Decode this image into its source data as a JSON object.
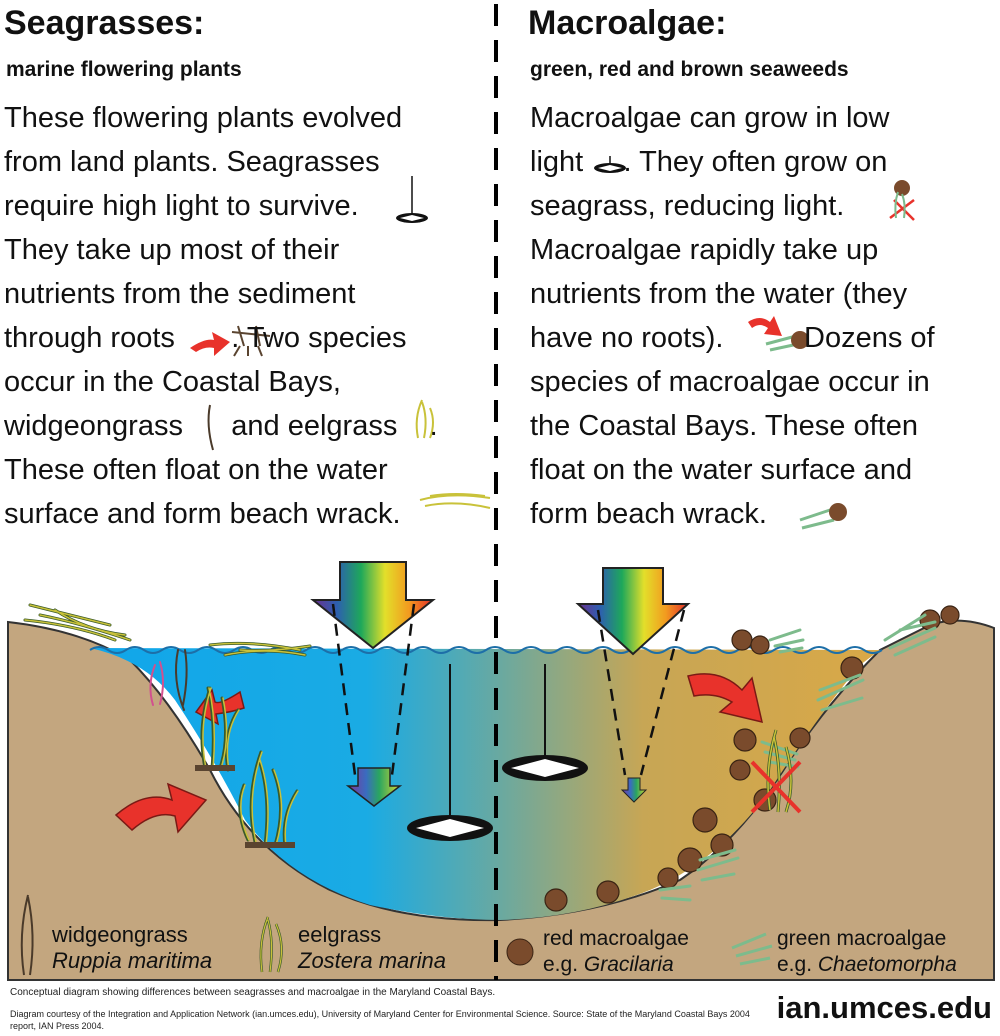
{
  "left": {
    "title": "Seagrasses:",
    "subtitle": "marine flowering plants",
    "lines": [
      "These flowering plants evolved",
      "from land plants. Seagrasses",
      "require high light to survive.",
      "They take up most of their",
      "nutrients from the sediment",
      "through roots       . Two species",
      "occur in the Coastal Bays,",
      "widgeongrass      and eelgrass    .",
      "These often float on the water",
      "surface and form beach wrack."
    ]
  },
  "right": {
    "title": "Macroalgae:",
    "subtitle": "green, red and brown seaweeds",
    "lines": [
      "Macroalgae can grow in low",
      "light     . They often grow on",
      "seagrass, reducing light.",
      "Macroalgae rapidly take up",
      "nutrients from the water (they",
      "have no roots).          Dozens of",
      "species of macroalgae occur in",
      "the Coastal Bays. These often",
      "float on the water surface and",
      "form beach wrack."
    ]
  },
  "legend": {
    "widgeongrass": {
      "common": "widgeongrass",
      "latin": "Ruppia maritima"
    },
    "eelgrass": {
      "common": "eelgrass",
      "latin": "Zostera marina"
    },
    "red": {
      "common": "red macroalgae",
      "prefix": "e.g. ",
      "latin": "Gracilaria"
    },
    "green": {
      "common": "green macroalgae",
      "prefix": "e.g. ",
      "latin": "Chaetomorpha"
    }
  },
  "caption": "Conceptual diagram showing differences between seagrasses and macroalgae in the Maryland Coastal Bays.",
  "credit_1": "Diagram courtesy of the Integration and Application Network (ian.umces.edu), University of Maryland Center for Environmental Science. Source: State of the Maryland Coastal Bays 2004",
  "credit_2": "report, IAN Press 2004.",
  "brand": "ian.umces.edu",
  "colors": {
    "sediment": "#c3a67f",
    "water_left": "#1faee8",
    "water_right": "#d5a64a",
    "arrow_red": "#e8322b",
    "eelgrass": "#c9c23a",
    "green_algae": "#7dbb8c",
    "red_algae": "#7a4b2c"
  }
}
